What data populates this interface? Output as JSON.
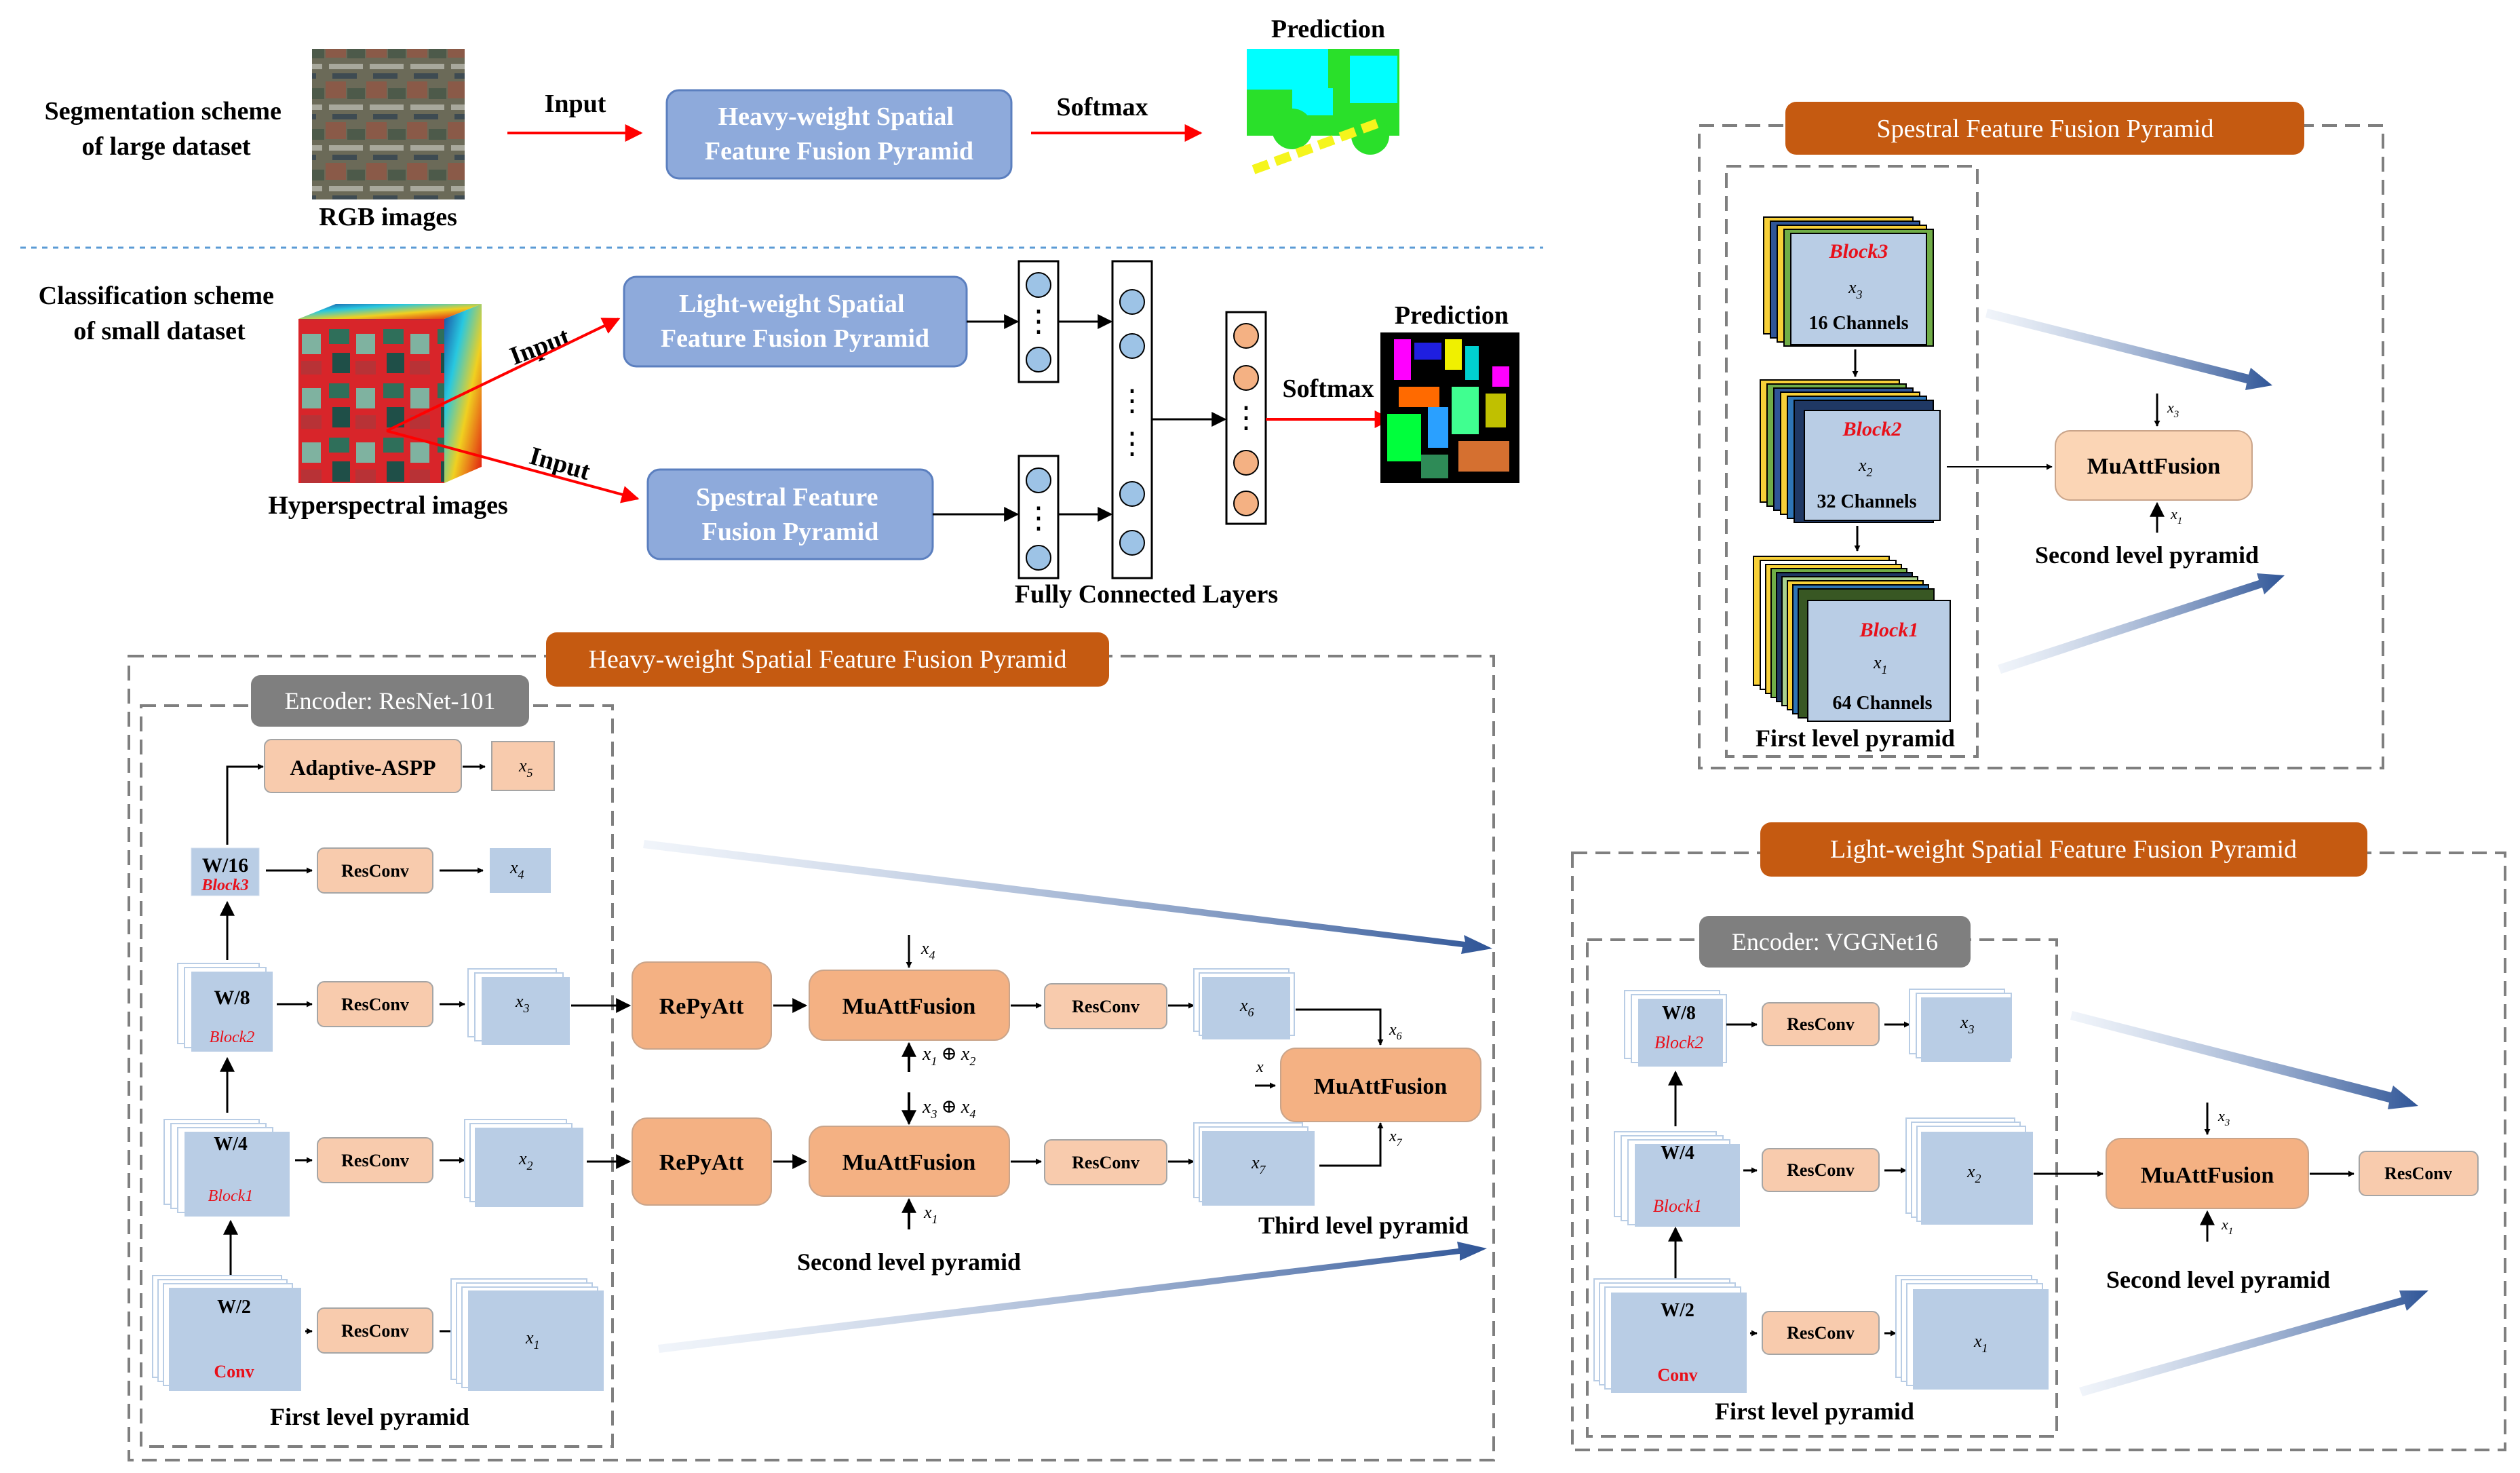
{
  "colors": {
    "blue_box": "#8eaadb",
    "blue_box_border": "#5b7fbf",
    "light_blue_block": "#b9cde5",
    "peach": "#f8cbad",
    "orange_strong": "#f4b183",
    "title_orange": "#c55a11",
    "title_gray": "#7f7f7f",
    "red_text": "#e8101a",
    "red_arrow": "#ff0000",
    "node_blue": "#9dc3e6",
    "node_orange": "#f4b183",
    "gradient_end": "#2f5597"
  },
  "top": {
    "seg_scheme": [
      "Segmentation scheme",
      "of large dataset"
    ],
    "rgb_label": "RGB images",
    "input": "Input",
    "heavy_box": [
      "Heavy-weight Spatial",
      "Feature Fusion Pyramid"
    ],
    "softmax": "Softmax",
    "prediction": "Prediction",
    "cls_scheme": [
      "Classification scheme",
      "of small dataset"
    ],
    "hsi_label": "Hyperspectral images",
    "input2": "Input",
    "input3": "Input",
    "light_box": [
      "Light-weight Spatial",
      "Feature Fusion Pyramid"
    ],
    "spectral_box": [
      "Spestral Feature",
      "Fusion Pyramid"
    ],
    "fc_label": "Fully Connected Layers",
    "softmax2": "Softmax",
    "prediction2": "Prediction",
    "dots": "⋮"
  },
  "heavy": {
    "title": "Heavy-weight Spatial Feature Fusion Pyramid",
    "encoder": "Encoder: ResNet-101",
    "aspp": "Adaptive-ASPP",
    "x5": "x",
    "x5s": "5",
    "w16": "W/16",
    "block3": "Block3",
    "w8": "W/8",
    "block2": "Block2",
    "w4": "W/4",
    "block1": "Block1",
    "w2": "W/2",
    "conv": "Conv",
    "resconv": "ResConv",
    "x": "x",
    "s1": "1",
    "s2": "2",
    "s3": "3",
    "s4": "4",
    "s6": "6",
    "s7": "7",
    "repyatt": "RePyAtt",
    "muatt": "MuAttFusion",
    "oplus": "⊕",
    "first_level": "First level pyramid",
    "second_level": "Second level pyramid",
    "third_level": "Third level pyramid"
  },
  "spectral": {
    "title": "Spestral Feature Fusion Pyramid",
    "block3": "Block3",
    "ch16": "16 Channels",
    "block2": "Block2",
    "ch32": "32 Channels",
    "block1": "Block1",
    "ch64": "64 Channels",
    "muatt": "MuAttFusion",
    "first_level": "First level pyramid",
    "second_level": "Second level pyramid",
    "x": "x",
    "s1": "1",
    "s2": "2",
    "s3": "3"
  },
  "light": {
    "title": "Light-weight Spatial Feature Fusion Pyramid",
    "encoder": "Encoder:  VGGNet16",
    "w8": "W/8",
    "block2": "Block2",
    "w4": "W/4",
    "block1": "Block1",
    "w2": "W/2",
    "conv": "Conv",
    "resconv": "ResConv",
    "muatt": "MuAttFusion",
    "first_level": "First level pyramid",
    "second_level": "Second level pyramid",
    "x": "x",
    "s1": "1",
    "s2": "2",
    "s3": "3"
  }
}
